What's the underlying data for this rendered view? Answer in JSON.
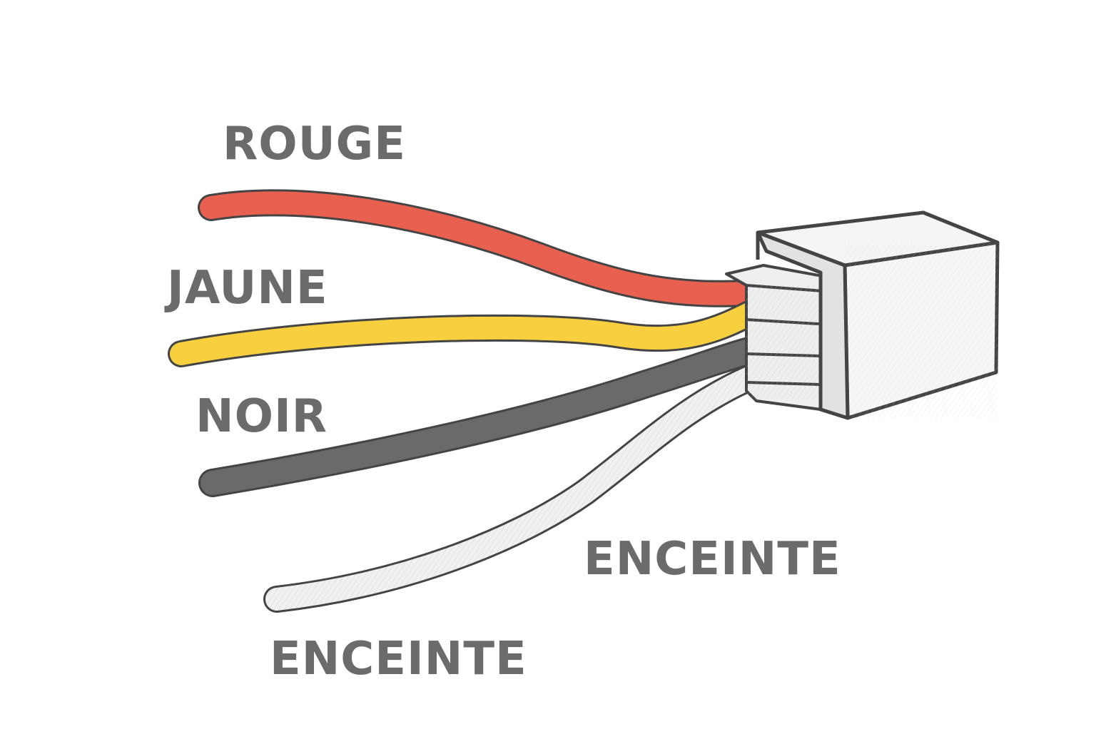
{
  "labels": {
    "red_wire": "ROUGE",
    "yellow_wire": "JAUNE",
    "black_wire": "NOIR",
    "speaker_1": "ENCEINTE",
    "speaker_2": "ENCEINTE"
  },
  "colors": {
    "red": "#e8604f",
    "yellow": "#f7cf3f",
    "black": "#6a6a6a",
    "white": "#f1f1f1",
    "outline": "#444444",
    "label": "#6b6b6b",
    "connector_face": "#f5f5f5",
    "connector_shade": "#e2e2e2"
  }
}
